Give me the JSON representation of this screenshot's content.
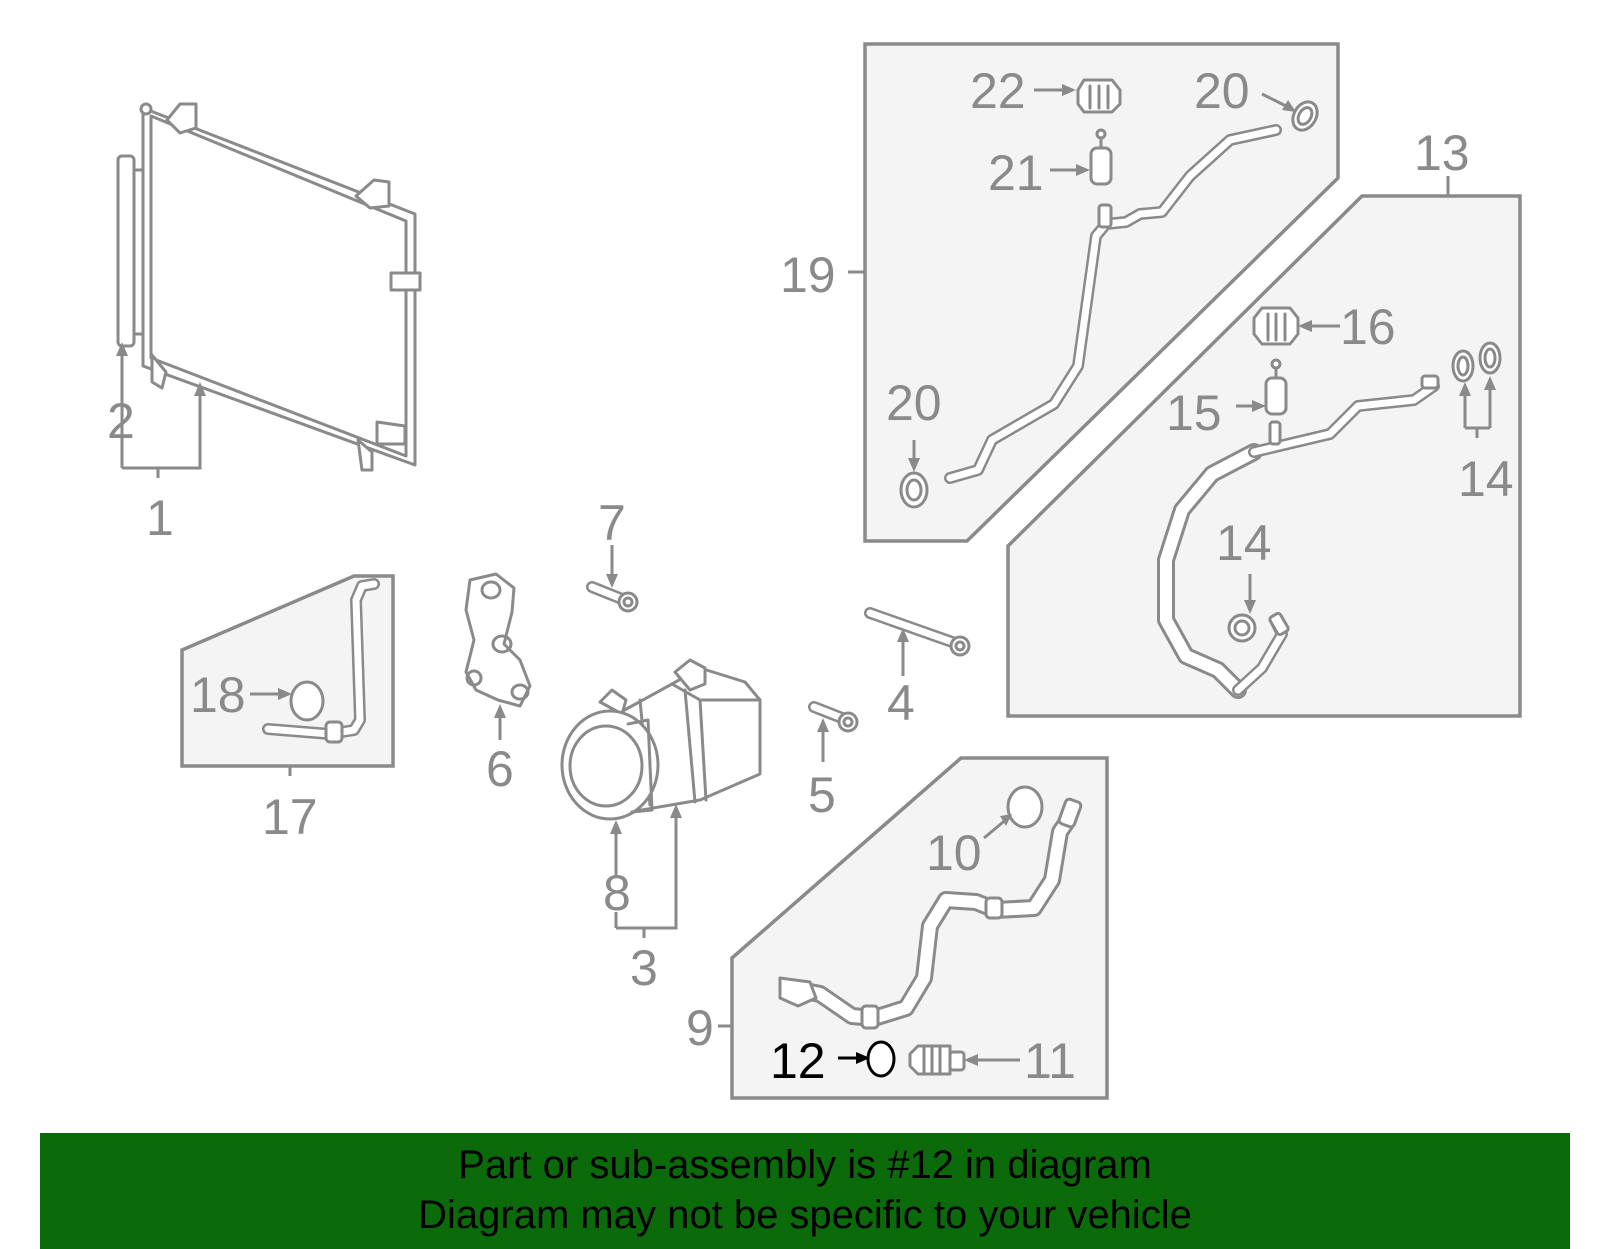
{
  "diagram": {
    "labels": {
      "p1": "1",
      "p2": "2",
      "p3": "3",
      "p4": "4",
      "p5": "5",
      "p6": "6",
      "p7": "7",
      "p8": "8",
      "p9": "9",
      "p10": "10",
      "p11": "11",
      "p12": "12",
      "p13": "13",
      "p14a": "14",
      "p14b": "14",
      "p15": "15",
      "p16": "16",
      "p17": "17",
      "p18": "18",
      "p19": "19",
      "p20a": "20",
      "p20b": "20",
      "p21": "21",
      "p22": "22"
    },
    "highlighted_part": "12",
    "colors": {
      "line": "#8a8a8a",
      "highlight": "#000000",
      "panel": "#f4f4f4"
    }
  },
  "banner": {
    "line1": "Part or sub-assembly is #12 in diagram",
    "line2": "Diagram may not be specific to your vehicle",
    "background": "#0b6b0b"
  }
}
